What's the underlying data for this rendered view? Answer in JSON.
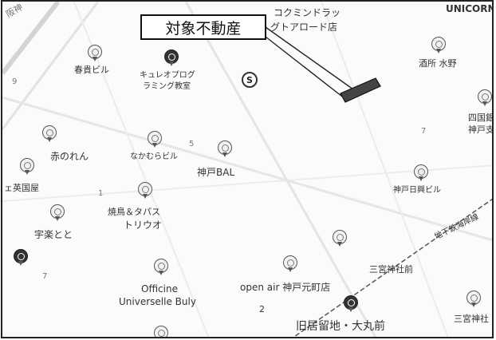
{
  "callout": {
    "label": "対象不動産"
  },
  "labels": {
    "top_right_brand": "UNICORN",
    "top_left_road": "阪神",
    "kokumin_line1": "コクミンドラッ",
    "kokumin_line2": "グトアロード店",
    "kakubiru": "春貴ビル",
    "kyureo_line1": "キュレオプログ",
    "kyureo_line2": "ラミング教室",
    "idokoro": "酒所 水野",
    "shikoku_line1": "四国銀",
    "shikoku_line2": "神戸支",
    "akanoren": "赤のれん",
    "nakamura": "なかむらビル",
    "kobe_bal": "神戸BAL",
    "eikokuya": "ェ英国屋",
    "kobe_nissei": "神戸日興ビル",
    "yakitori_line1": "焼鳥＆タパス",
    "yakitori_line2": "トリウオ",
    "ujiraku": "宇楽とと",
    "chika_road": "地下鉄海岸線",
    "officine_line1": "Officine",
    "officine_line2": "Universelle Buly",
    "open_air": "open air 神戸元町店",
    "sannomiya_mae": "三宮神社前",
    "sannomiya_jinja": "三宮神社",
    "kyukyoryuchi": "旧居留地・大丸前",
    "num_9": "9",
    "num_7": "7",
    "num_2": "2",
    "num_1": "1",
    "num_5": "5"
  },
  "badge_text": "S",
  "colors": {
    "target_fill": "#444444",
    "road": "#d6d6d6",
    "road_dark": "#bdbdbd"
  },
  "icons": {
    "target": "target-property-marker",
    "pins": "map-pin-icon",
    "metro": "metro-station-icon"
  }
}
